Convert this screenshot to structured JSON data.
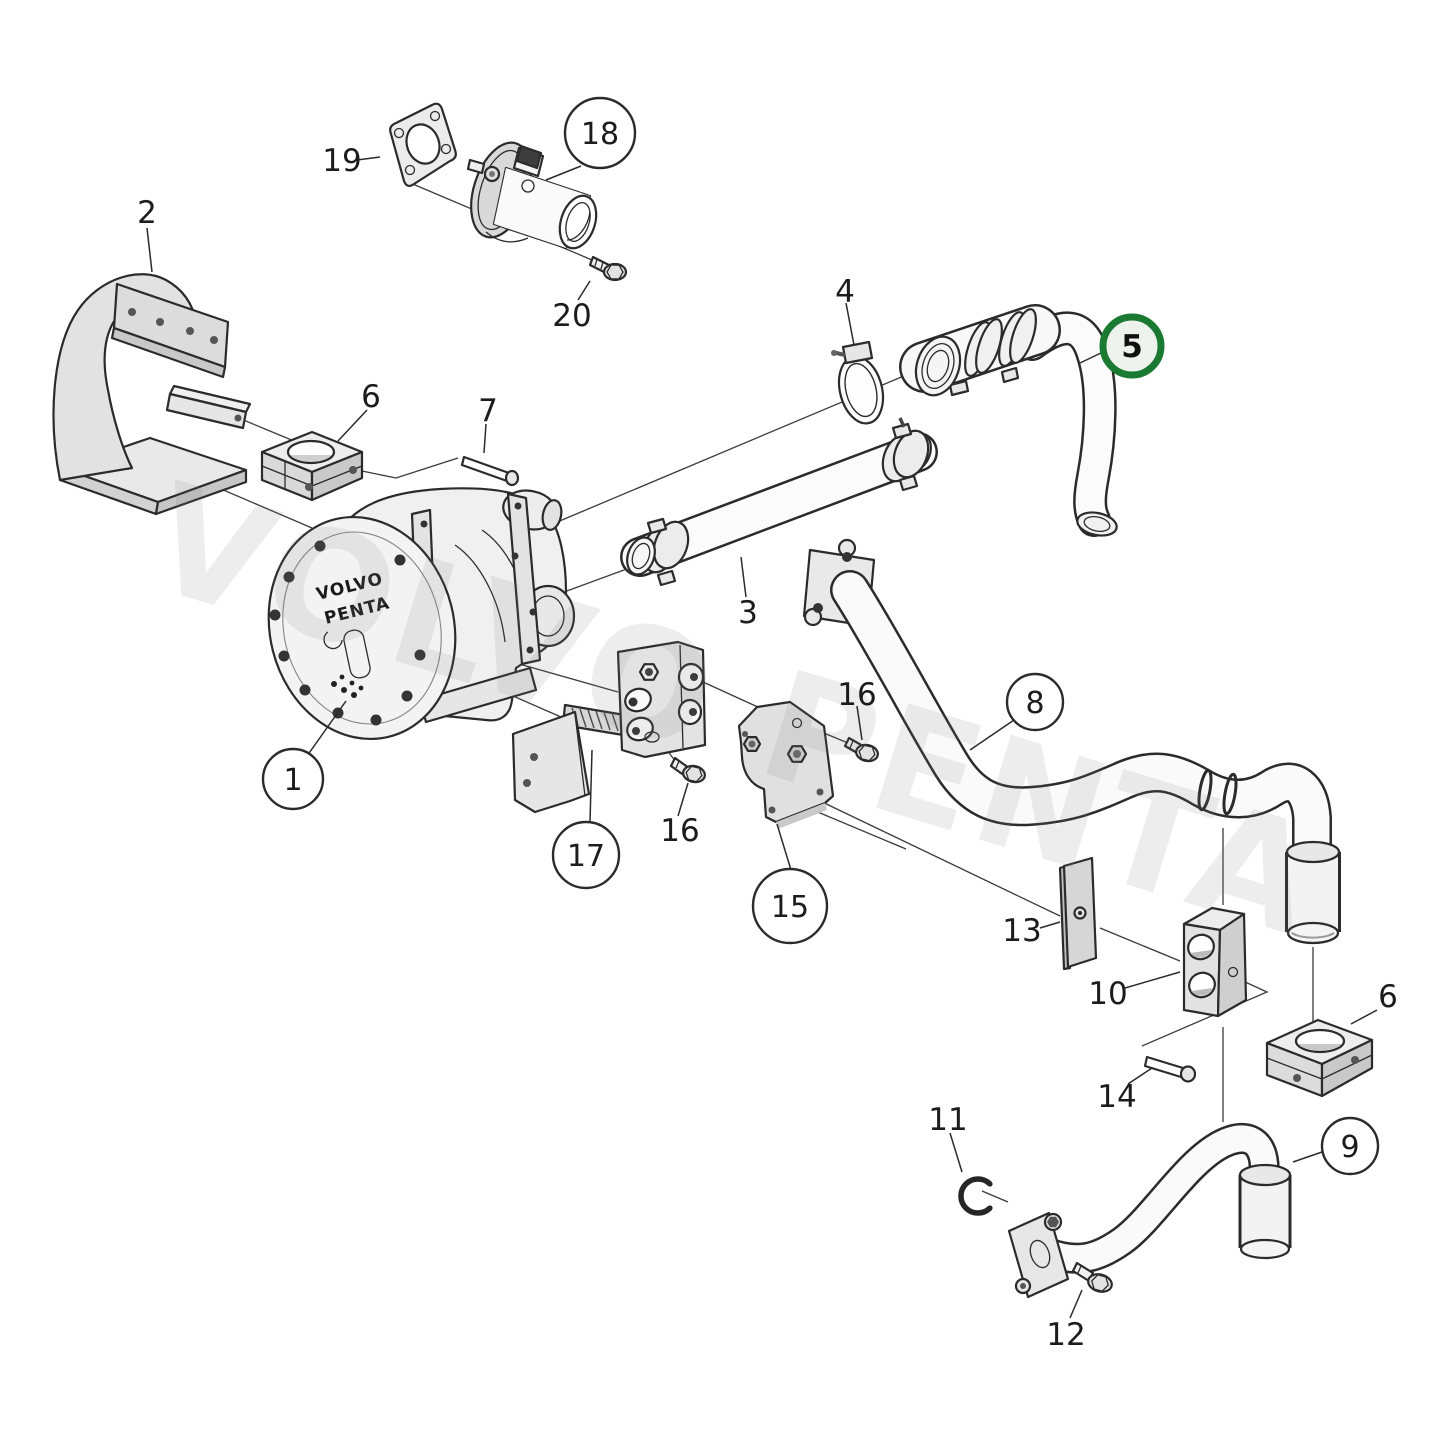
{
  "diagram": {
    "type": "exploded-parts-diagram",
    "background_color": "#ffffff",
    "line_color": "#2b2b2b",
    "watermark": "VOLVO PENTA",
    "pump_logo_line1": "VOLVO",
    "pump_logo_line2": "PENTA",
    "highlight": {
      "part": "5",
      "ring_color": "#1b7a32",
      "fill_color": "#edf3ec"
    },
    "callouts": {
      "c1": {
        "label": "1",
        "style": "circled"
      },
      "c2": {
        "label": "2",
        "style": "plain"
      },
      "c3": {
        "label": "3",
        "style": "plain"
      },
      "c4": {
        "label": "4",
        "style": "plain"
      },
      "c5": {
        "label": "5",
        "style": "highlighted"
      },
      "c6a": {
        "label": "6",
        "style": "plain"
      },
      "c6b": {
        "label": "6",
        "style": "plain"
      },
      "c7": {
        "label": "7",
        "style": "plain"
      },
      "c8": {
        "label": "8",
        "style": "circled"
      },
      "c9": {
        "label": "9",
        "style": "circled"
      },
      "c10": {
        "label": "10",
        "style": "plain"
      },
      "c11": {
        "label": "11",
        "style": "plain"
      },
      "c12": {
        "label": "12",
        "style": "plain"
      },
      "c13": {
        "label": "13",
        "style": "plain"
      },
      "c14": {
        "label": "14",
        "style": "plain"
      },
      "c15": {
        "label": "15",
        "style": "circled"
      },
      "c16a": {
        "label": "16",
        "style": "plain"
      },
      "c16b": {
        "label": "16",
        "style": "plain"
      },
      "c17": {
        "label": "17",
        "style": "circled"
      },
      "c18": {
        "label": "18",
        "style": "circled"
      },
      "c19": {
        "label": "19",
        "style": "plain"
      },
      "c20": {
        "label": "20",
        "style": "plain"
      }
    }
  }
}
